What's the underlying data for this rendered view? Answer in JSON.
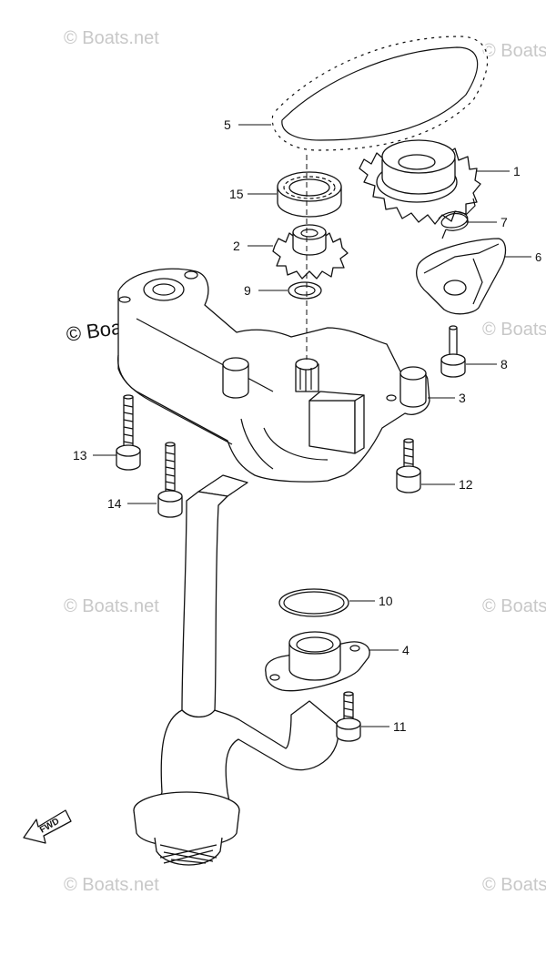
{
  "watermark": {
    "text": "© Boats.net"
  },
  "fwd_label": "FWD",
  "callouts": [
    {
      "id": "1",
      "label": "1"
    },
    {
      "id": "2",
      "label": "2"
    },
    {
      "id": "3",
      "label": "3"
    },
    {
      "id": "4",
      "label": "4"
    },
    {
      "id": "5",
      "label": "5"
    },
    {
      "id": "6",
      "label": "6"
    },
    {
      "id": "7",
      "label": "7"
    },
    {
      "id": "8",
      "label": "8"
    },
    {
      "id": "9",
      "label": "9"
    },
    {
      "id": "10",
      "label": "10"
    },
    {
      "id": "11",
      "label": "11"
    },
    {
      "id": "12",
      "label": "12"
    },
    {
      "id": "13",
      "label": "13"
    },
    {
      "id": "14",
      "label": "14"
    },
    {
      "id": "15",
      "label": "15"
    }
  ]
}
